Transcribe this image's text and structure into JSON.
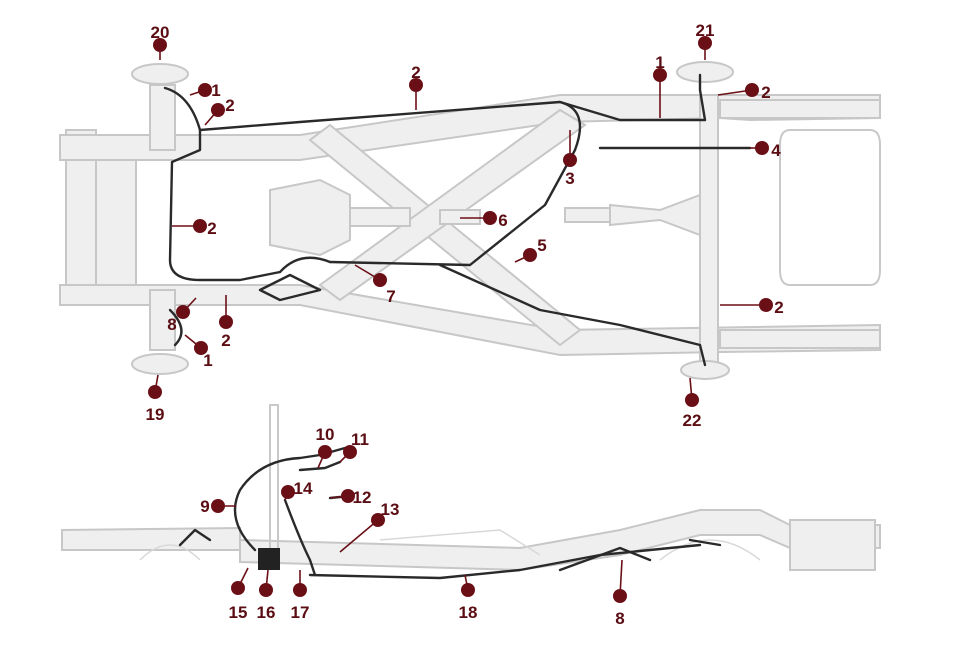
{
  "diagram": {
    "callouts": [
      {
        "id": "c20",
        "label": "20"
      },
      {
        "id": "c21",
        "label": "21"
      },
      {
        "id": "c1a",
        "label": "1"
      },
      {
        "id": "c2a",
        "label": "2"
      },
      {
        "id": "c2top",
        "label": "2"
      },
      {
        "id": "c1b",
        "label": "1"
      },
      {
        "id": "c2b",
        "label": "2"
      },
      {
        "id": "c3",
        "label": "3"
      },
      {
        "id": "c4",
        "label": "4"
      },
      {
        "id": "c2c",
        "label": "2"
      },
      {
        "id": "c6",
        "label": "6"
      },
      {
        "id": "c5",
        "label": "5"
      },
      {
        "id": "c7",
        "label": "7"
      },
      {
        "id": "c8a",
        "label": "8"
      },
      {
        "id": "c2d",
        "label": "2"
      },
      {
        "id": "c1c",
        "label": "1"
      },
      {
        "id": "c2e",
        "label": "2"
      },
      {
        "id": "c19",
        "label": "19"
      },
      {
        "id": "c22",
        "label": "22"
      },
      {
        "id": "c10",
        "label": "10"
      },
      {
        "id": "c11",
        "label": "11"
      },
      {
        "id": "c14",
        "label": "14"
      },
      {
        "id": "c12",
        "label": "12"
      },
      {
        "id": "c9",
        "label": "9"
      },
      {
        "id": "c13",
        "label": "13"
      },
      {
        "id": "c15",
        "label": "15"
      },
      {
        "id": "c16",
        "label": "16"
      },
      {
        "id": "c17",
        "label": "17"
      },
      {
        "id": "c18",
        "label": "18"
      },
      {
        "id": "c8b",
        "label": "8"
      }
    ]
  }
}
